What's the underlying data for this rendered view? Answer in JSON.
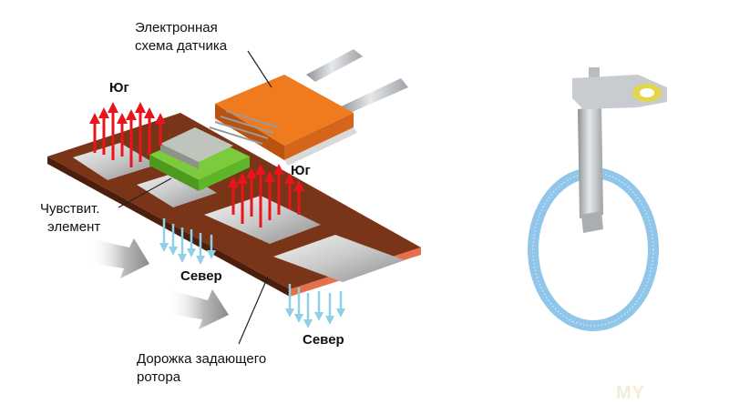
{
  "labels": {
    "electronics_line1": "Электронная",
    "electronics_line2": "схема датчика",
    "south_left": "Юг",
    "south_right": "Юг",
    "sensing_line1": "Чувствит.",
    "sensing_line2": "элемент",
    "north_left": "Север",
    "north_right": "Север",
    "track_line1": "Дорожка задающего",
    "track_line2": "ротора"
  },
  "watermark": "MY",
  "colors": {
    "track_brown": "#7a3418",
    "chip_orange": "#f07b1e",
    "sensor_green": "#7ccb3c",
    "south_arrows": "#e8151b",
    "north_arrows": "#8fd0e8",
    "ring_blue": "#8fc6ea"
  }
}
